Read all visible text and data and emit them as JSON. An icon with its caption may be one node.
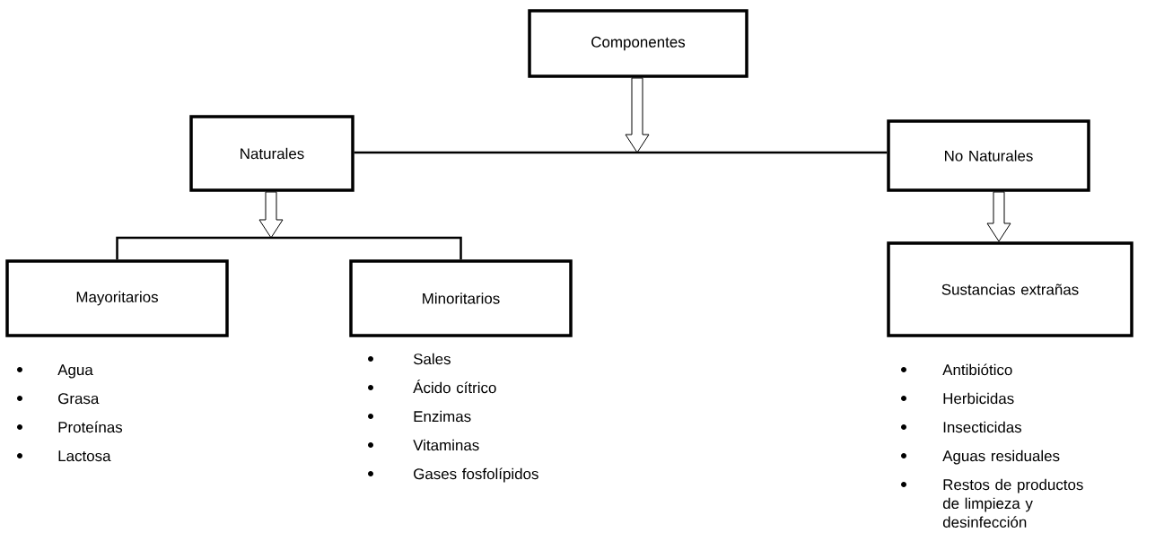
{
  "diagram": {
    "nodes": [
      {
        "text": [
          "Componentes"
        ]
      },
      {
        "text": [
          "Naturales"
        ]
      },
      {
        "text": [
          "No Naturales"
        ]
      },
      {
        "text": [
          "Mayoritarios"
        ],
        "beside": [
          "Agua",
          "Grasa",
          "Proteínas",
          "Lactosa"
        ]
      },
      {
        "text": [
          "Minoritarios"
        ],
        "beside": [
          "Sales",
          "Ácido cítrico",
          "Enzimas",
          "Vitaminas",
          "Gases fosfolípidos"
        ]
      },
      {
        "text": [
          "Sustancias extrañas"
        ],
        "beside": [
          "Antibiótico",
          "Herbicidas",
          "Insecticidas",
          "Aguas residuales",
          "Restos de productos de limpieza y desinfección"
        ]
      }
    ],
    "edges": [
      {
        "from": 0,
        "to": null,
        "arrow": "to"
      },
      {
        "from": 1,
        "to": 2,
        "arrow": "none"
      },
      {
        "from": 1,
        "to": null,
        "arrow": "to"
      },
      {
        "from": 3,
        "to": 4,
        "arrow": "none"
      },
      {
        "from": 2,
        "to": 5,
        "arrow": "to"
      }
    ]
  }
}
